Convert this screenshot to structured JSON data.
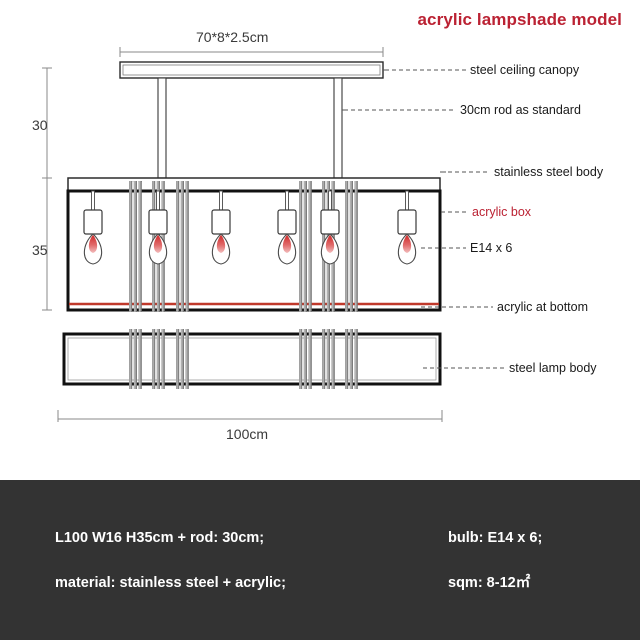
{
  "title": "acrylic lampshade model",
  "colors": {
    "accent_red": "#bb2233",
    "line_red": "#c0392b",
    "body_black": "#111111",
    "rod_gray": "#8c8c8c",
    "spec_bar_bg": "#333333",
    "dim_gray": "#888888"
  },
  "dimensions": {
    "canopy": "70*8*2.5cm",
    "rod_height": "30",
    "body_height": "35",
    "total_width": "100cm"
  },
  "annotations": [
    {
      "id": "steel-ceiling-canopy",
      "label": "steel ceiling canopy",
      "color": "black"
    },
    {
      "id": "rod-standard",
      "label": "30cm rod as standard",
      "color": "black"
    },
    {
      "id": "stainless-steel-body",
      "label": "stainless steel body",
      "color": "black"
    },
    {
      "id": "acrylic-box",
      "label": "acrylic box",
      "color": "red"
    },
    {
      "id": "e14-x-6",
      "label": "E14 x 6",
      "color": "black"
    },
    {
      "id": "acrylic-at-bottom",
      "label": "acrylic at bottom",
      "color": "black"
    },
    {
      "id": "steel-lamp-body",
      "label": "steel lamp body",
      "color": "black"
    }
  ],
  "spec_bar": {
    "size": "L100 W16 H35cm + rod: 30cm;",
    "bulb": "bulb: E14 x 6;",
    "material": "material: stainless steel + acrylic;",
    "sqm": "sqm: 8-12㎡"
  }
}
